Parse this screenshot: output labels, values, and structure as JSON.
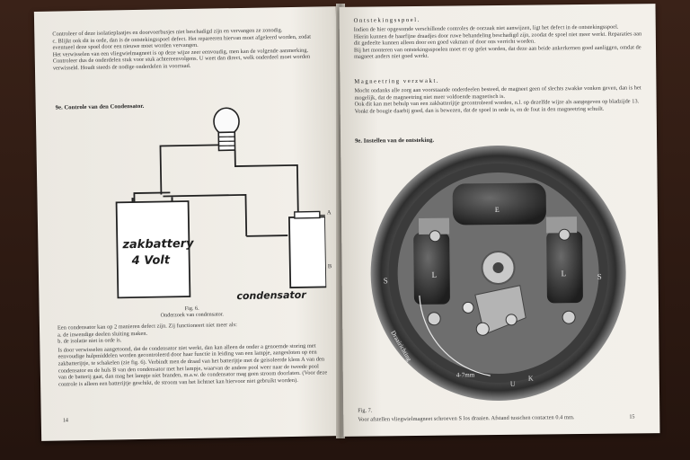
{
  "left_page": {
    "top_lines": [
      "Controleer of deze isolatieplaatjes en doorvoerbusjes niet beschadigd zijn en vervangen ze zonodig.",
      "c. Blijkt ook dit in orde, dan is de ontstekingsspoel defect. Het repareeren hiervan moet afgeleerd worden, zodat eventueel deze spoel door een nieuwe moet worden vervangen.",
      "Het verwisselen van een vliegwielmagneet is op deze wijze zeer eenvoudig, men kan de volgende aanmerking. Controleer dus de onderdelen stuk voor stuk achtereenvolgens. U weet dan direct, welk onderdeel moet worden verwisseld. Houdt steeds de nodige onderdelen in voorraad."
    ],
    "section_heading": "9e. Controle van den Condensator.",
    "diagram": {
      "battery_label_1": "zakbattery",
      "battery_label_2": "4 Volt",
      "condenser_label": "condensator",
      "point_a": "A",
      "point_b": "B"
    },
    "fig_caption_1": "Fig. 6.",
    "fig_caption_2": "Onderzoek van condensator.",
    "body_lines": [
      "Een condensator kan op 2 manieren defect zijn. Zij functioneert niet meer als:",
      "a. de inwendige deelen sluiting maken.",
      "b. de isolatie niet in orde is.",
      "Is door verwisselen aangetoond, dat de condensator niet werkt, dan kan alleen de onder a genoemde storing met eenvoudige hulpmiddelen worden gecontroleerd door haar functie in leiding van een lampje, aangesloten op een zakbatterijtje, te schakelen (zie fig. 6). Verbindt men de draad van het batterijtje met de geisoleerde klem A van den condensator en de huls B van den condensator met het lampje, waarvan de andere pool weer naar de tweede pool van de batterij gaat, dan mag het lampje niet branden, m.a.w. de condensator mag geen stroom doorlaten. (Voor deze controle is alleen een batterijtje geschikt, de stroom van het lichtnet kan hiervoor niet gebruikt worden)."
    ],
    "page_number": "14"
  },
  "right_page": {
    "heading_1": "Ontstekingsspoel.",
    "para_1": [
      "Indien de hier opgesomde verschillende controles de oorzaak niet aanwijzen, ligt het defect in de ontstekingsspoel.",
      "Hierin kunnen de haarfijne draadjes door ruwe behandeling beschadigd zijn, zoodat de spoel niet meer werkt. Reparaties aan dit gedeelte kunnen alleen door een goed vakman of door ons verricht worden.",
      "Bij het monteren van ontstekingsspoelen moet er op gelet worden, dat deze aan beide ankerkernen goed aanliggen, omdat de magneet anders niet goed werkt."
    ],
    "heading_2": "Magneetring verzwakt.",
    "para_2": [
      "Mocht ondanks alle zorg aan voorstaande onderdeelen besteed, de magneet geen of slechts zwakke vonken geven, dan is het mogelijk, dat de magneetring niet meer voldoende magnetisch is.",
      "Ook dit kan met behulp van een zakbatterijtje gecontroleerd worden, n.l. op dezelfde wijze als aangegeven op bladzijde 13.",
      "Vonkt de bougie daarbij goed, dan is bewezen, dat de spoel in orde is, en de fout in den magneetring schuilt."
    ],
    "section_heading": "9e. Instellen van de ontsteking.",
    "photo": {
      "letter_e": "E",
      "letter_l1": "L",
      "letter_l2": "L",
      "letter_s1": "S",
      "letter_s2": "S",
      "letter_u": "U",
      "letter_k": "K",
      "rotation_text": "Draairichting",
      "gap_text": "4-7mm"
    },
    "fig_caption": "Fig. 7.",
    "bottom_line": "Voor afstellen vliegwielmagneet schroeven S los draaien. Afstand tusschen contacten 0.4 mm.",
    "page_number": "15"
  }
}
